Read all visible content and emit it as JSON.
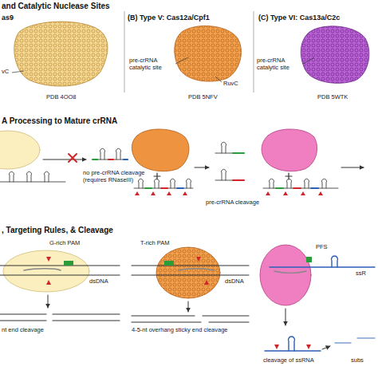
{
  "diagram": {
    "labels": [
      "and Catalytic Nuclease Sites",
      "as9",
      "(B) Type V: Cas12a/Cpf1",
      "(C) Type VI: Cas13a/C2c",
      "vC",
      "PDB 4OO8",
      "pre-crRNA catalytic site",
      "RuvC",
      "PDB 5NFV",
      "pre-crRNA catalytic site",
      "PDB 5WTK",
      "A Processing to Mature crRNA",
      "no pre-crRNA cleavage (requires RNaseIII)",
      "pre-crRNA cleavage",
      ", Targeting Rules, & Cleavage",
      "G-rich PAM",
      "dsDNA",
      "nt end cleavage",
      "T-rich PAM",
      "dsDNA",
      "4-5-nt overhang sticky end cleavage",
      "PFS",
      "ssR",
      "cleavage of ssRNA",
      "subs"
    ]
  }
}
